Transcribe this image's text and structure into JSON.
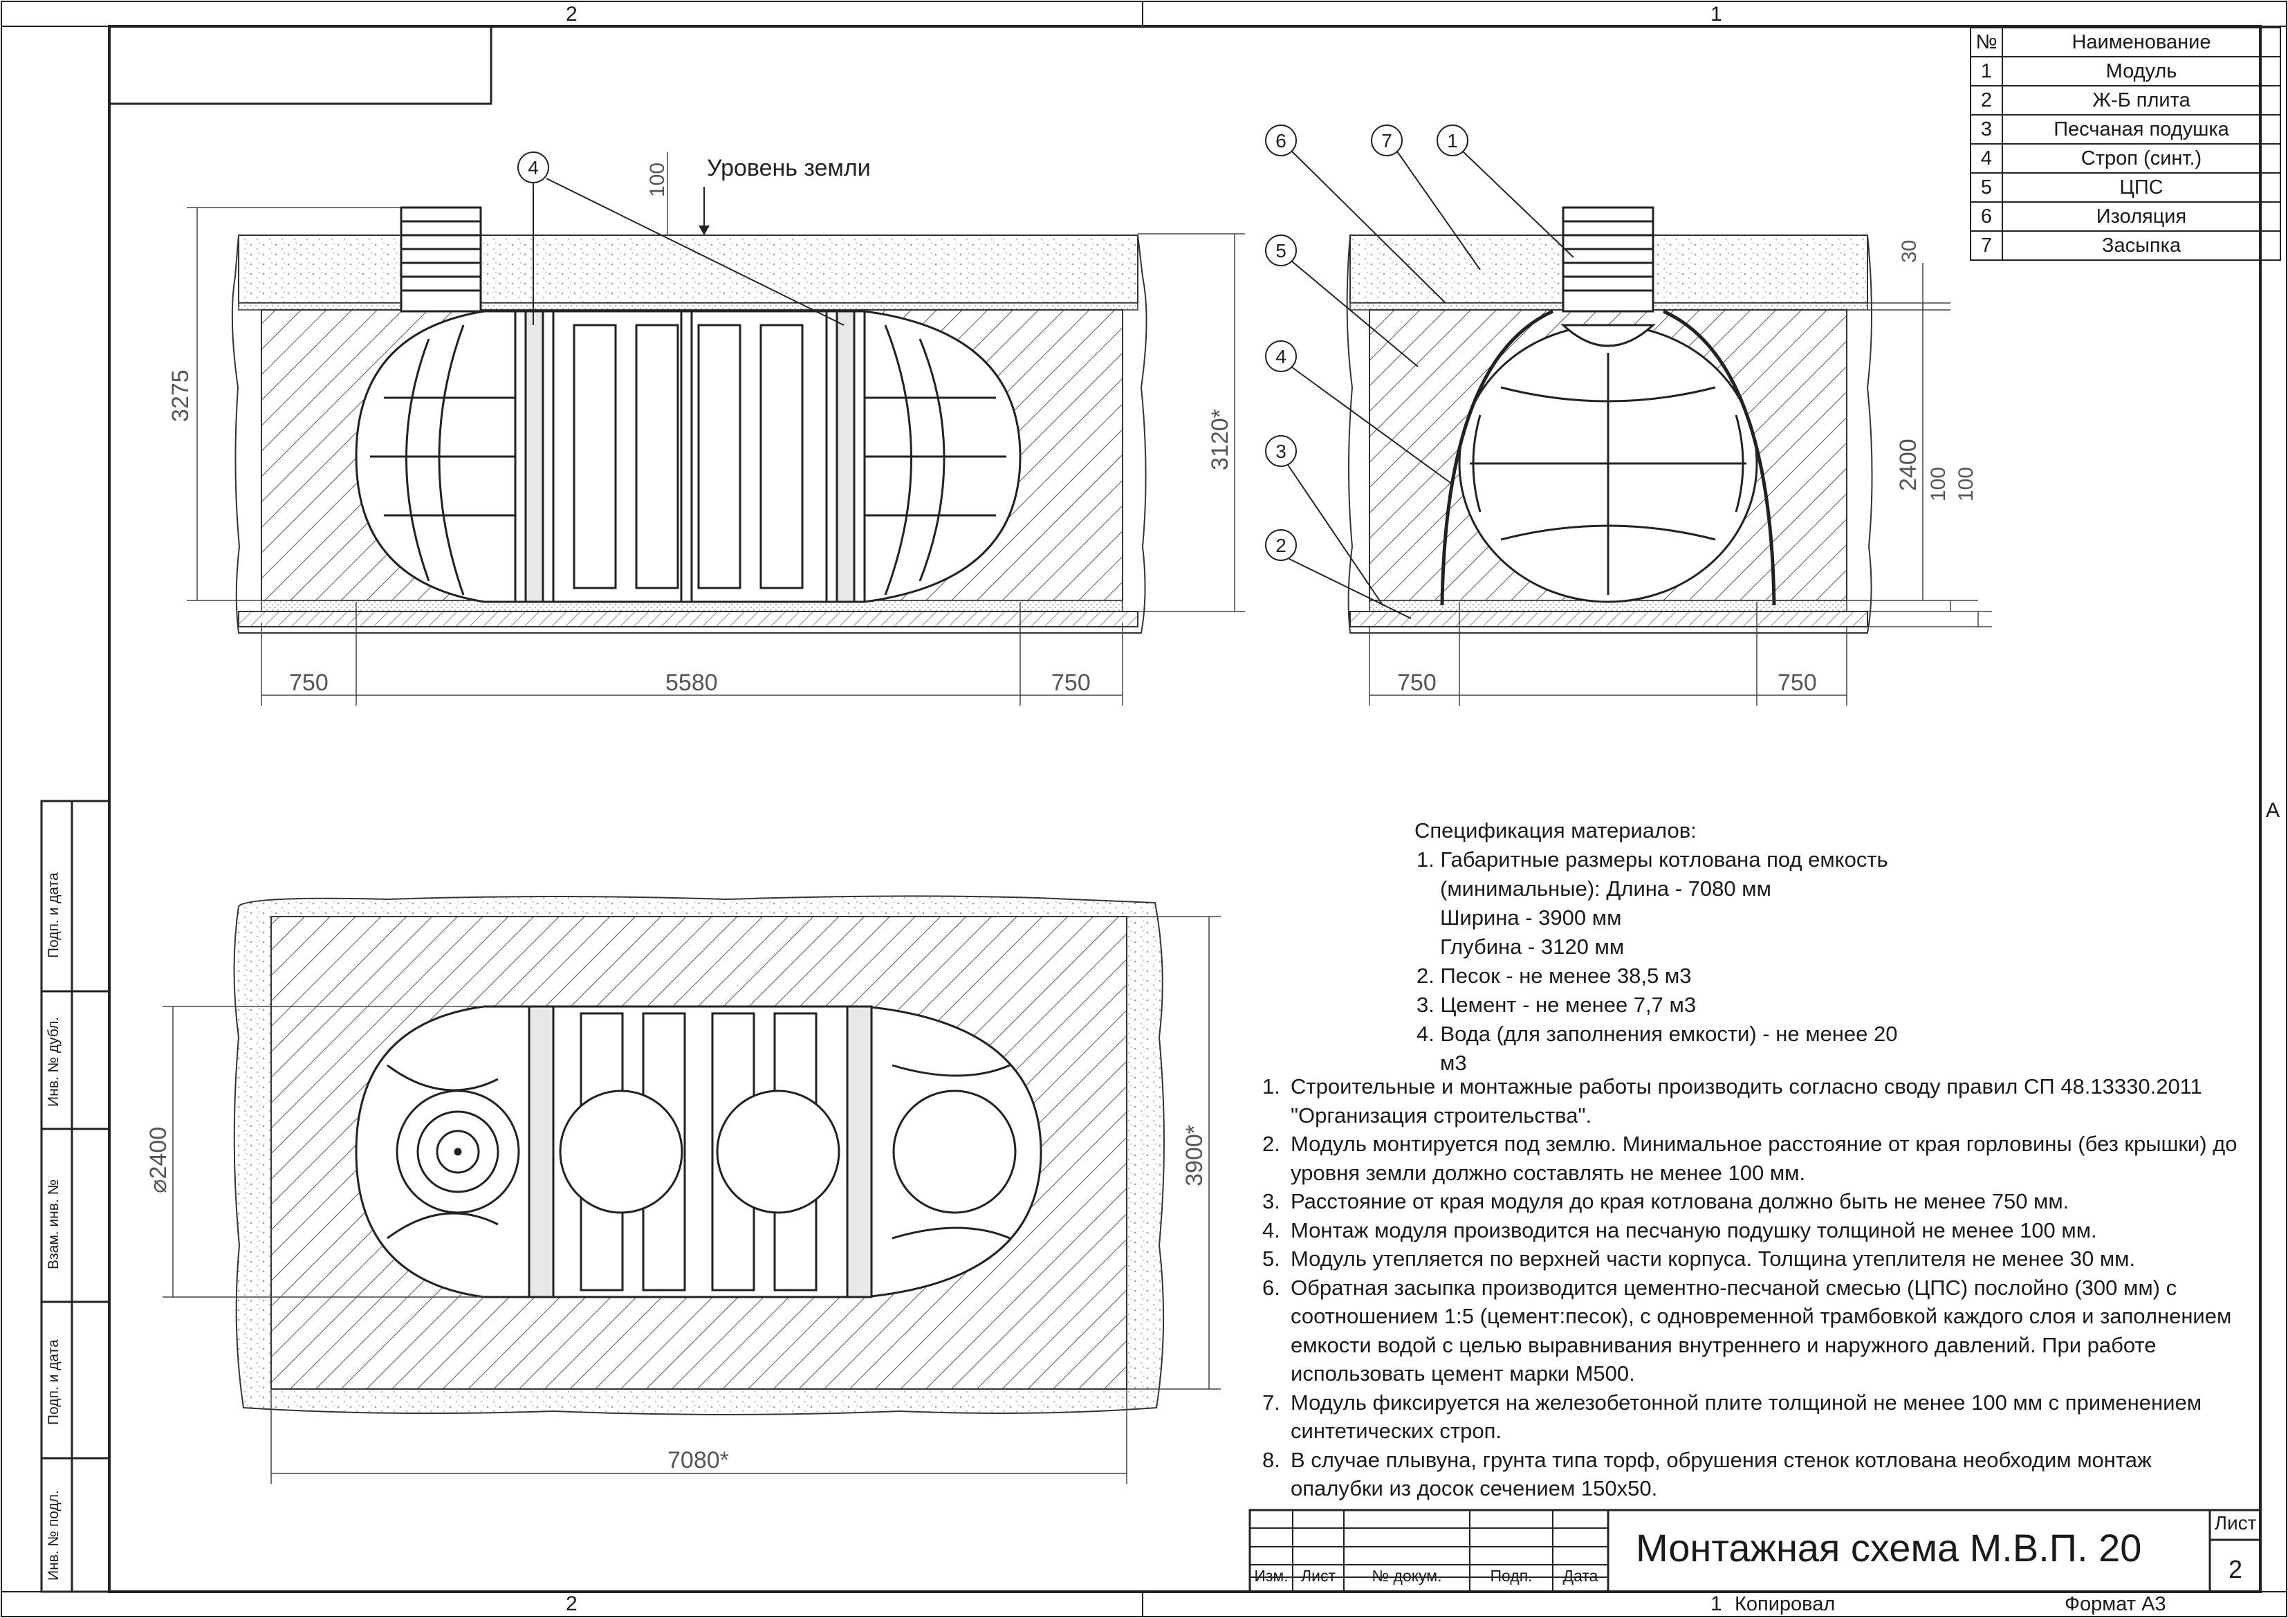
{
  "zones": {
    "top_left": "2",
    "top_right": "1",
    "bottom_left": "2",
    "bottom_right": "1",
    "right_side": "A"
  },
  "bom": {
    "header": {
      "num": "№",
      "name": "Наименование"
    },
    "rows": [
      {
        "num": "1",
        "name": "Модуль"
      },
      {
        "num": "2",
        "name": "Ж-Б плита"
      },
      {
        "num": "3",
        "name": "Песчаная подушка"
      },
      {
        "num": "4",
        "name": "Строп (синт.)"
      },
      {
        "num": "5",
        "name": "ЦПС"
      },
      {
        "num": "6",
        "name": "Изоляция"
      },
      {
        "num": "7",
        "name": "Засыпка"
      }
    ]
  },
  "side_view": {
    "ground_label": "Уровень земли",
    "callout": "4",
    "dims": {
      "overall_height": "3275",
      "excavation_depth": "3120*",
      "top_clearance": "100",
      "left_margin": "750",
      "length": "5580",
      "right_margin": "750"
    }
  },
  "end_view": {
    "callouts": [
      "6",
      "7",
      "1",
      "5",
      "4",
      "3",
      "2"
    ],
    "dims": {
      "insulation": "30",
      "diameter": "2400",
      "sand": "100",
      "slab": "100",
      "left_margin": "750",
      "right_margin": "750"
    }
  },
  "plan_view": {
    "dims": {
      "diameter": "⌀2400",
      "width": "3900*",
      "length": "7080*"
    }
  },
  "spec": {
    "title": "Спецификация материалов:",
    "lines": [
      "1. Габаритные размеры котлована под емкость",
      "(минимальные): Длина - 7080 мм",
      "Ширина - 3900 мм",
      "Глубина - 3120 мм",
      "2. Песок - не менее 38,5 м3",
      "3. Цемент - не менее 7,7 м3",
      "4. Вода (для заполнения емкости) - не менее 20",
      "м3"
    ]
  },
  "notes": [
    {
      "num": "1.",
      "text": "Строительные и монтажные работы производить согласно своду правил СП 48.13330.2011 \"Организация строительства\"."
    },
    {
      "num": "2.",
      "text": "Модуль монтируется под землю. Минимальное расстояние от края горловины (без крышки) до уровня земли должно составлять не менее 100 мм."
    },
    {
      "num": "3.",
      "text": "Расстояние от края модуля до края котлована должно быть не менее 750 мм."
    },
    {
      "num": "4.",
      "text": "Монтаж модуля производится на песчаную подушку толщиной не менее 100 мм."
    },
    {
      "num": "5.",
      "text": "Модуль утепляется по верхней части корпуса. Толщина утеплителя не менее 30 мм."
    },
    {
      "num": "6.",
      "text": "Обратная засыпка производится цементно-песчаной смесью (ЦПС) послойно (300 мм) с соотношением 1:5 (цемент:песок), с одновременной трамбовкой каждого слоя и заполнением емкости водой с целью выравнивания внутреннего и наружного давлений. При работе использовать цемент марки М500."
    },
    {
      "num": "7.",
      "text": "Модуль фиксируется на железобетонной плите толщиной не менее 100 мм с применением синтетических строп."
    },
    {
      "num": "8.",
      "text": "В случае плывуна, грунта типа торф, обрушения стенок котлована необходим монтаж опалубки из досок сечением 150х50."
    }
  ],
  "title_block": {
    "title": "Монтажная схема М.В.П. 20",
    "sheet_label": "Лист",
    "sheet_number": "2",
    "cols": {
      "izm": "Изм.",
      "list": "Лист",
      "doc": "№ докум.",
      "sign": "Подп.",
      "date": "Дата"
    }
  },
  "side_stamp": {
    "labels": [
      "Подп. и дата",
      "Инв. № дубл.",
      "Взам. инв. №",
      "Подп. и дата",
      "Инв. № подл."
    ]
  },
  "footer": {
    "copy": "Копировал",
    "format": "Формат А3"
  }
}
